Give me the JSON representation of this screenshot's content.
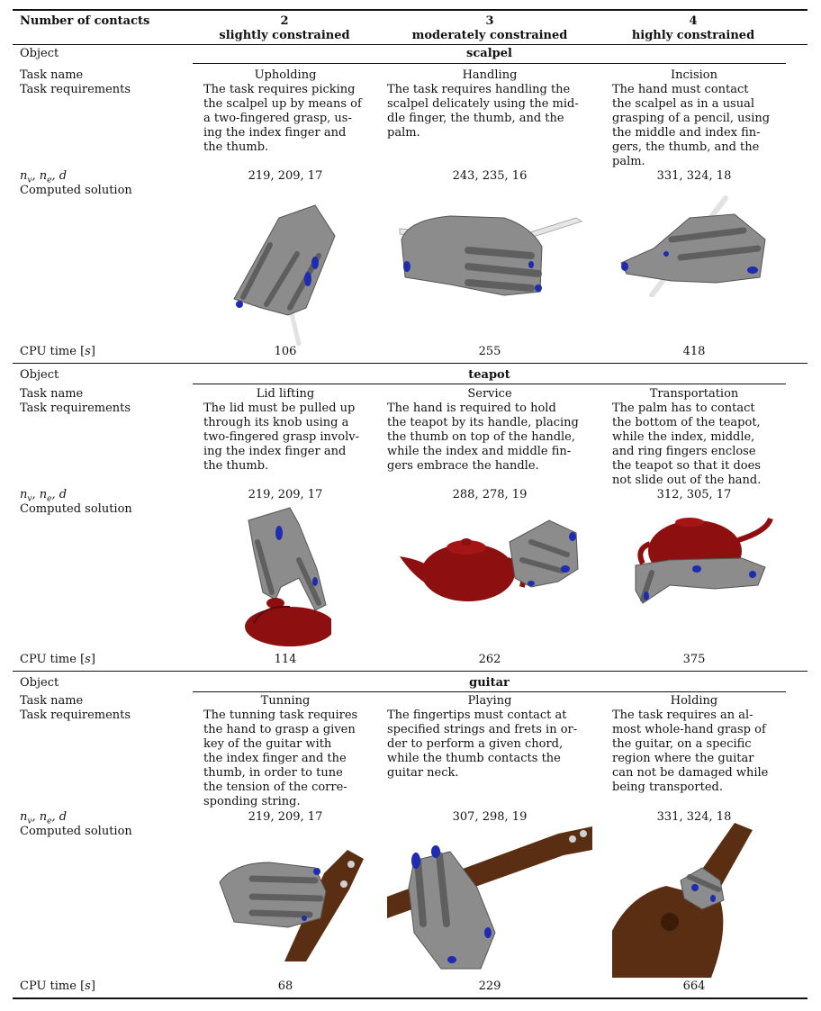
{
  "header": {
    "first_col": "Number of contacts",
    "columns": [
      {
        "count": "2",
        "label": "slightly constrained"
      },
      {
        "count": "3",
        "label": "moderately constrained"
      },
      {
        "count": "4",
        "label": "highly constrained"
      }
    ]
  },
  "row_labels": {
    "object": "Object",
    "task_name": "Task name",
    "task_requirements": "Task requirements",
    "nv_ne_d": "n_v, n_e, d",
    "computed_solution": "Computed solution",
    "cpu_time": "CPU time [s]"
  },
  "objects": [
    {
      "name": "scalpel",
      "tasks": [
        {
          "name": "Upholding",
          "requirements": [
            "The task requires picking",
            "the scalpel up by means of",
            "a two-fingered grasp, us-",
            "ing the index finger and",
            "the thumb."
          ],
          "params": "219, 209, 17",
          "cpu": "106",
          "figure": "hand-grasping-scalpel-two-fingers"
        },
        {
          "name": "Handling",
          "requirements": [
            "The task requires handling the",
            "scalpel delicately using the mid-",
            "dle finger, the thumb, and the",
            "palm."
          ],
          "params": "243, 235, 16",
          "cpu": "255",
          "figure": "hand-handling-scalpel"
        },
        {
          "name": "Incision",
          "requirements": [
            "The hand must contact",
            "the scalpel as in a usual",
            "grasping of a pencil, using",
            "the middle and index fin-",
            "gers, the thumb, and the",
            "palm."
          ],
          "params": "331, 324, 18",
          "cpu": "418",
          "figure": "hand-incision-scalpel"
        }
      ]
    },
    {
      "name": "teapot",
      "tasks": [
        {
          "name": "Lid lifting",
          "requirements": [
            "The lid must be pulled up",
            "through its knob using a",
            "two-fingered grasp involv-",
            "ing the index finger and",
            "the thumb."
          ],
          "params": "219, 209, 17",
          "cpu": "114",
          "figure": "hand-lifting-teapot-lid"
        },
        {
          "name": "Service",
          "requirements": [
            "The hand is required to hold",
            "the teapot by its handle, placing",
            "the thumb on top of the handle,",
            "while the index and middle fin-",
            "gers embrace the handle."
          ],
          "params": "288, 278, 19",
          "cpu": "262",
          "figure": "hand-serving-teapot"
        },
        {
          "name": "Transportation",
          "requirements": [
            "The palm has to contact",
            "the bottom of the teapot,",
            "while the index, middle,",
            "and ring fingers enclose",
            "the teapot so that it does",
            "not slide out of the hand."
          ],
          "params": "312, 305, 17",
          "cpu": "375",
          "figure": "hand-transporting-teapot"
        }
      ]
    },
    {
      "name": "guitar",
      "tasks": [
        {
          "name": "Tunning",
          "requirements": [
            "The tunning task requires",
            "the hand to grasp a given",
            "key of the guitar with",
            "the index finger and the",
            "thumb, in order to tune",
            "the tension of the corre-",
            "sponding string."
          ],
          "params": "219, 209, 17",
          "cpu": "68",
          "figure": "hand-tuning-guitar"
        },
        {
          "name": "Playing",
          "requirements": [
            "The fingertips must contact at",
            "specified strings and frets in or-",
            "der to perform a given chord,",
            "while the thumb contacts the",
            "guitar neck."
          ],
          "params": "307, 298, 19",
          "cpu": "229",
          "figure": "hand-playing-guitar"
        },
        {
          "name": "Holding",
          "requirements": [
            "The task requires an al-",
            "most whole-hand grasp of",
            "the guitar, on a specific",
            "region where the guitar",
            "can not be damaged while",
            "being transported."
          ],
          "params": "331, 324, 18",
          "cpu": "664",
          "figure": "hand-holding-guitar"
        }
      ]
    }
  ],
  "colors": {
    "hand": "#8c8c8c",
    "contact": "#1f2bb0",
    "teapot": "#8e0f0f",
    "guitar": "#5a2e12",
    "scalpel": "#d8d8d8"
  }
}
